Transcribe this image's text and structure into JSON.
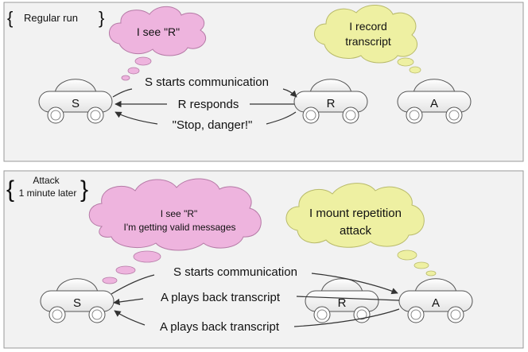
{
  "panels": [
    {
      "label_lines": [
        "Regular run"
      ],
      "cars": {
        "s": "S",
        "r": "R",
        "a": "A"
      },
      "thoughts": {
        "s": [
          "I see \"R\""
        ],
        "a": [
          "I record",
          "transcript"
        ]
      },
      "arrows": [
        "S starts communication",
        "R responds",
        "\"Stop, danger!\""
      ]
    },
    {
      "label_lines": [
        "Attack",
        "1 minute later"
      ],
      "cars": {
        "s": "S",
        "r": "R",
        "a": "A"
      },
      "thoughts": {
        "s": [
          "I see \"R\"",
          "I'm getting valid messages"
        ],
        "a": [
          "I mount repetition",
          "attack"
        ]
      },
      "arrows": [
        "S starts communication",
        "A plays back transcript",
        "A plays back transcript"
      ]
    }
  ],
  "colors": {
    "panel_bg": "#f2f2f2",
    "panel_border": "#999999",
    "car_body": "#ffffff",
    "car_outline": "#555555",
    "thought_s": "#eeb4de",
    "thought_a": "#eef0a2",
    "arrow": "#333333"
  }
}
